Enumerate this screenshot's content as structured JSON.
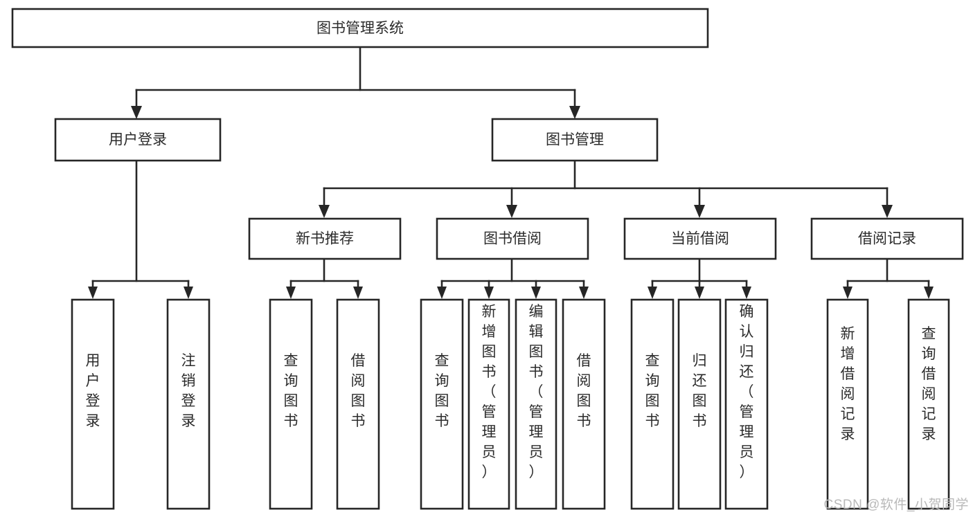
{
  "diagram": {
    "type": "tree",
    "title": "图书管理系统",
    "orientation": "top-down",
    "colors": {
      "box_fill": "#ffffff",
      "box_stroke": "#262626",
      "connector": "#262626",
      "text": "#2b2b2b",
      "watermark": "#b9b9b9",
      "background": "#ffffff"
    },
    "nodes": {
      "root": {
        "label": "图书管理系统",
        "level": 0,
        "orientation": "horizontal"
      },
      "l1": [
        {
          "id": "user-login",
          "label": "用户登录",
          "level": 1,
          "orientation": "horizontal"
        },
        {
          "id": "book-management",
          "label": "图书管理",
          "level": 1,
          "orientation": "horizontal"
        }
      ],
      "l2": [
        {
          "id": "new-book-recommend",
          "label": "新书推荐",
          "level": 2,
          "orientation": "horizontal",
          "parent": "book-management"
        },
        {
          "id": "book-borrow",
          "label": "图书借阅",
          "level": 2,
          "orientation": "horizontal",
          "parent": "book-management"
        },
        {
          "id": "current-borrow",
          "label": "当前借阅",
          "level": 2,
          "orientation": "horizontal",
          "parent": "book-management"
        },
        {
          "id": "borrow-record",
          "label": "借阅记录",
          "level": 2,
          "orientation": "horizontal",
          "parent": "book-management"
        }
      ],
      "leaves": [
        {
          "id": "leaf-user-login",
          "label": "用户登录",
          "parent": "user-login",
          "orientation": "vertical"
        },
        {
          "id": "leaf-logout-login",
          "label": "注销登录",
          "parent": "user-login",
          "orientation": "vertical"
        },
        {
          "id": "leaf-query-book-1",
          "label": "查询图书",
          "parent": "new-book-recommend",
          "orientation": "vertical"
        },
        {
          "id": "leaf-borrow-book-1",
          "label": "借阅图书",
          "parent": "new-book-recommend",
          "orientation": "vertical"
        },
        {
          "id": "leaf-query-book-2",
          "label": "查询图书",
          "parent": "book-borrow",
          "orientation": "vertical"
        },
        {
          "id": "leaf-add-book",
          "label": "新增图书（管理员）",
          "parent": "book-borrow",
          "orientation": "vertical"
        },
        {
          "id": "leaf-edit-book",
          "label": "编辑图书（管理员）",
          "parent": "book-borrow",
          "orientation": "vertical"
        },
        {
          "id": "leaf-borrow-book-2",
          "label": "借阅图书",
          "parent": "book-borrow",
          "orientation": "vertical"
        },
        {
          "id": "leaf-query-book-3",
          "label": "查询图书",
          "parent": "current-borrow",
          "orientation": "vertical"
        },
        {
          "id": "leaf-return-book",
          "label": "归还图书",
          "parent": "current-borrow",
          "orientation": "vertical"
        },
        {
          "id": "leaf-confirm-return",
          "label": "确认归还（管理员）",
          "parent": "current-borrow",
          "orientation": "vertical"
        },
        {
          "id": "leaf-add-record",
          "label": "新增借阅记录",
          "parent": "borrow-record",
          "orientation": "vertical"
        },
        {
          "id": "leaf-query-record",
          "label": "查询借阅记录",
          "parent": "borrow-record",
          "orientation": "vertical"
        }
      ]
    }
  },
  "watermark": {
    "text": "CSDN @软件_小贺同学"
  }
}
